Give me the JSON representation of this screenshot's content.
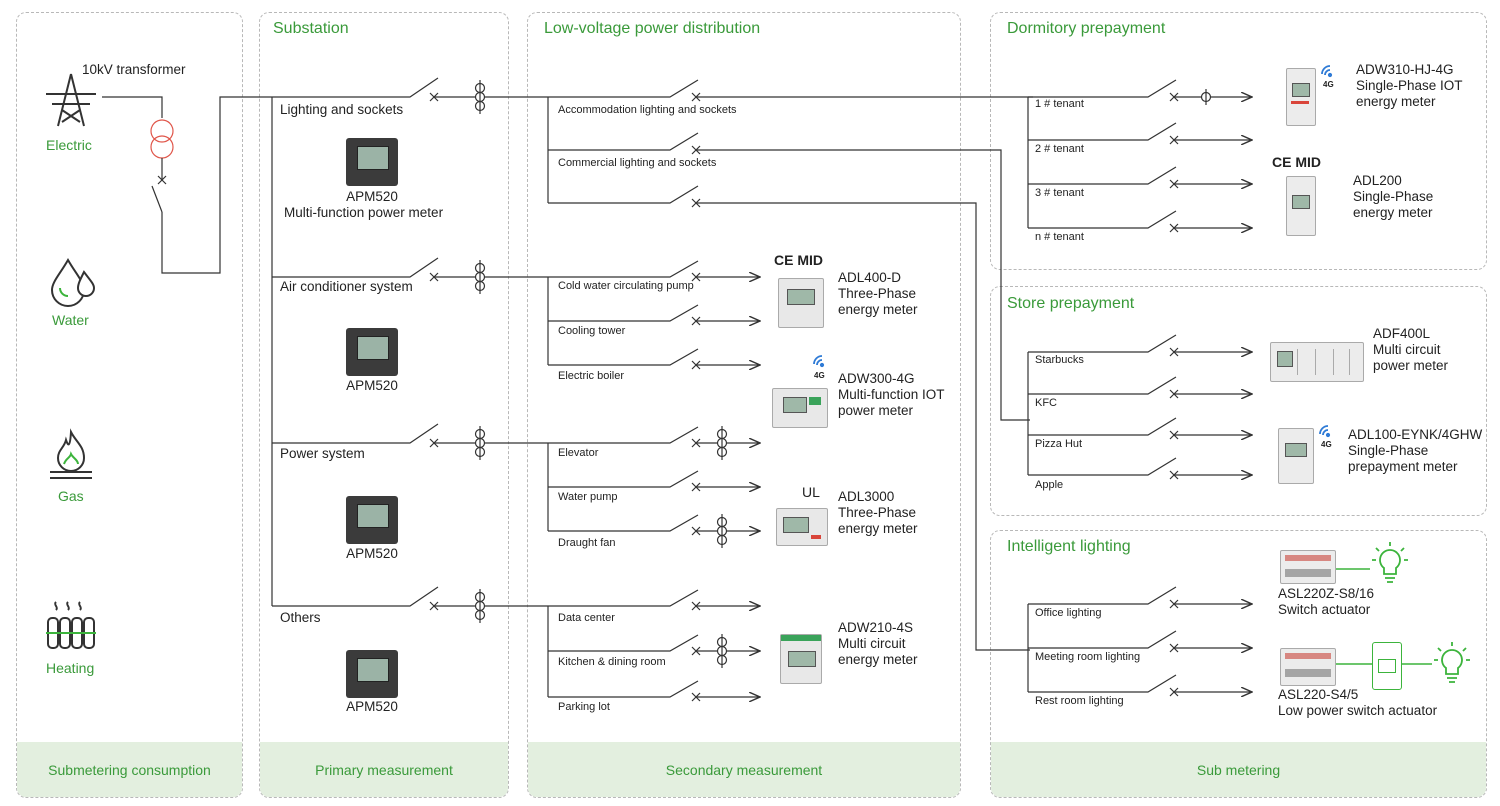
{
  "sources": {
    "electric": "Electric",
    "water": "Water",
    "gas": "Gas",
    "heating": "Heating",
    "transformer": "10kV transformer"
  },
  "panels": {
    "substation": "Substation",
    "low_voltage": "Low-voltage power distribution",
    "dormitory": "Dormitory prepayment",
    "store": "Store prepayment",
    "lighting": "Intelligent lighting"
  },
  "footers": {
    "submetering": "Submetering consumption",
    "primary": "Primary measurement",
    "secondary": "Secondary measurement",
    "sub": "Sub metering"
  },
  "substation_branches": [
    "Lighting and sockets",
    "Air conditioner system",
    "Power system",
    "Others"
  ],
  "apm": {
    "name": "APM520",
    "desc": "Multi-function power meter"
  },
  "lv_branches": [
    "Accommodation lighting and sockets",
    "Commercial lighting and sockets",
    "Cold water circulating pump",
    "Cooling tower",
    "Electric boiler",
    "Elevator",
    "Water pump",
    "Draught fan",
    "Data center",
    "Kitchen & dining room",
    "Parking lot"
  ],
  "lv_products": [
    {
      "model": "ADL400-D",
      "line1": "Three-Phase",
      "line2": "energy meter",
      "badge": "MID"
    },
    {
      "model": "ADW300-4G",
      "line1": "Multi-function IOT",
      "line2": "power meter",
      "badge": "4G"
    },
    {
      "model": "ADL3000",
      "line1": "Three-Phase",
      "line2": "energy meter",
      "badge": "UL"
    },
    {
      "model": "ADW210-4S",
      "line1": "Multi circuit",
      "line2": "energy meter",
      "badge": ""
    }
  ],
  "tenants": [
    "1 # tenant",
    "2 # tenant",
    "3 # tenant",
    "n # tenant"
  ],
  "dorm_products": [
    {
      "model": "ADW310-HJ-4G",
      "line1": "Single-Phase IOT",
      "line2": "energy meter",
      "badge": "4G"
    },
    {
      "model": "ADL200",
      "line1": "Single-Phase",
      "line2": "energy meter",
      "badge": "MID"
    }
  ],
  "stores": [
    "Starbucks",
    "KFC",
    "Pizza Hut",
    "Apple"
  ],
  "store_products": [
    {
      "model": "ADF400L",
      "line1": "Multi circuit",
      "line2": "power meter",
      "badge": ""
    },
    {
      "model": "ADL100-EYNK/4GHW",
      "line1": "Single-Phase",
      "line2": "prepayment meter",
      "badge": "4G"
    }
  ],
  "lighting_loads": [
    "Office lighting",
    "Meeting room lighting",
    "Rest room lighting"
  ],
  "lighting_products": [
    {
      "model": "ASL220Z-S8/16",
      "line1": "Switch actuator"
    },
    {
      "model": "ASL220-S4/5",
      "line1": "Low power switch actuator"
    }
  ],
  "ce_mark": "CE",
  "colors": {
    "accent": "#3a9a3a",
    "footer_bg": "#e3efdf",
    "wire": "#333333",
    "bulb": "#3cb43c"
  }
}
